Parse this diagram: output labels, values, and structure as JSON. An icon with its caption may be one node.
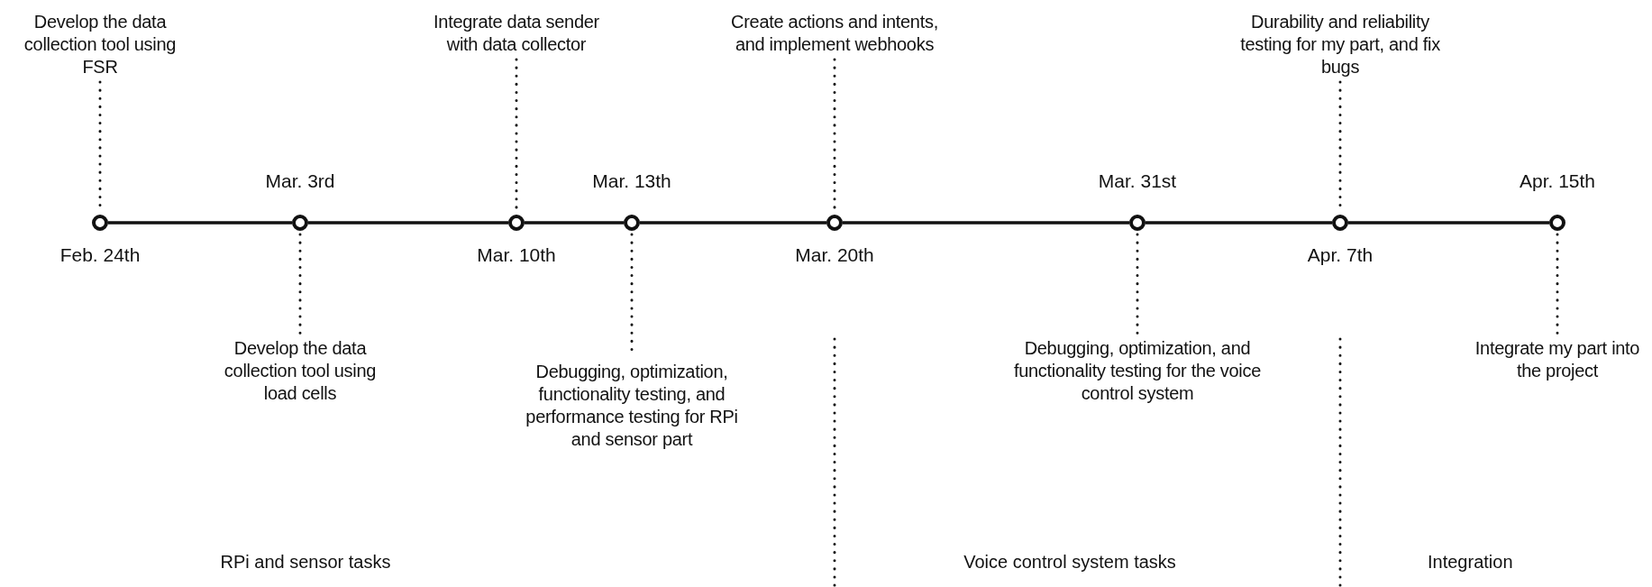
{
  "diagram": {
    "nodes": [
      {
        "text": [],
        "shape": "circle",
        "beside": [
          "Feb. 24th"
        ]
      },
      {
        "text": [],
        "shape": "circle",
        "beside": [
          "Mar. 3rd"
        ]
      },
      {
        "text": [],
        "shape": "circle",
        "beside": [
          "Mar. 10th"
        ]
      },
      {
        "text": [],
        "shape": "circle",
        "beside": [
          "Mar. 13th"
        ]
      },
      {
        "text": [],
        "shape": "circle",
        "beside": [
          "Mar. 20th"
        ]
      },
      {
        "text": [],
        "shape": "circle",
        "beside": [
          "Mar. 31st"
        ]
      },
      {
        "text": [],
        "shape": "circle",
        "beside": [
          "Apr. 7th"
        ]
      },
      {
        "text": [],
        "shape": "circle",
        "beside": [
          "Apr. 15th"
        ]
      },
      {
        "text": [
          "Develop the data collection tool using FSR"
        ]
      },
      {
        "text": [
          "Develop the data collection tool using load cells"
        ]
      },
      {
        "text": [
          "Integrate data sender with data collector"
        ]
      },
      {
        "text": [
          "Debugging, optimization, functionality testing, and performance testing for RPi and sensor part"
        ]
      },
      {
        "text": [
          "Create actions and intents, and implement webhooks"
        ]
      },
      {
        "text": [
          "Debugging, optimization, and functionality testing for the voice control system"
        ]
      },
      {
        "text": [
          "Durability and reliability testing for my part, and fix bugs"
        ]
      },
      {
        "text": [
          "Integrate my part into the project"
        ]
      }
    ],
    "edges": [
      {
        "from": 0,
        "to": 1,
        "arrow": "none"
      },
      {
        "from": 1,
        "to": 2,
        "arrow": "none"
      },
      {
        "from": 2,
        "to": 3,
        "arrow": "none"
      },
      {
        "from": 3,
        "to": 4,
        "arrow": "none"
      },
      {
        "from": 4,
        "to": 5,
        "arrow": "none"
      },
      {
        "from": 5,
        "to": 6,
        "arrow": "none"
      },
      {
        "from": 6,
        "to": 7,
        "arrow": "none"
      },
      {
        "from": 8,
        "to": 0,
        "arrow": "none",
        "style": "dashed"
      },
      {
        "from": 1,
        "to": 9,
        "arrow": "none",
        "style": "dashed"
      },
      {
        "from": 10,
        "to": 2,
        "arrow": "none",
        "style": "dashed"
      },
      {
        "from": 3,
        "to": 11,
        "arrow": "none",
        "style": "dashed"
      },
      {
        "from": 12,
        "to": 4,
        "arrow": "none",
        "style": "dashed"
      },
      {
        "from": 5,
        "to": 13,
        "arrow": "none",
        "style": "dashed"
      },
      {
        "from": 14,
        "to": 6,
        "arrow": "none",
        "style": "dashed"
      },
      {
        "from": 7,
        "to": 15,
        "arrow": "none",
        "style": "dashed"
      }
    ],
    "labels": [
      "RPi and sensor tasks",
      "Voice control system tasks",
      "Integration"
    ]
  }
}
